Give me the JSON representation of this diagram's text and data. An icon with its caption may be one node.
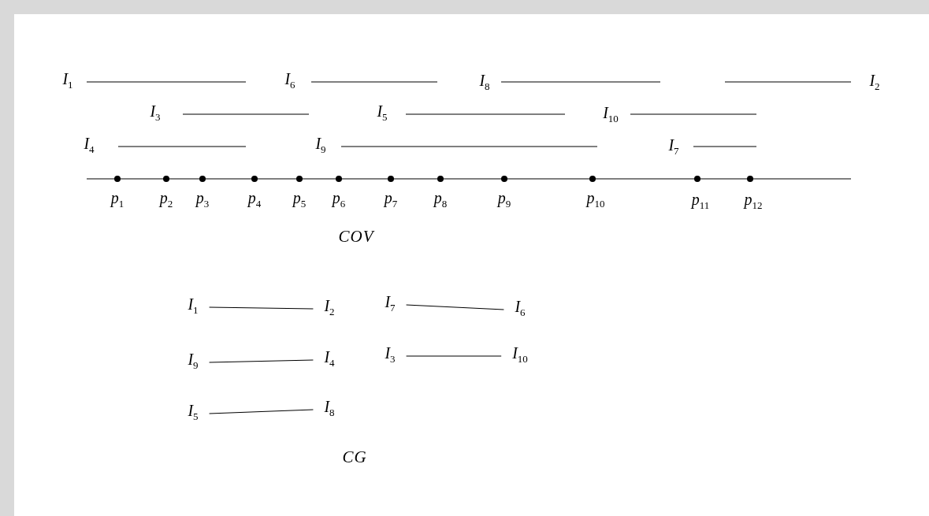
{
  "diagram": {
    "nodes": [
      {
        "text": [
          "I$_{1}$"
        ]
      },
      {
        "text": [
          "I$_{2}$"
        ]
      },
      {
        "text": [
          "I$_{7}$"
        ]
      },
      {
        "text": [
          "I$_{6}$"
        ]
      },
      {
        "text": [
          "I$_{9}$"
        ]
      },
      {
        "text": [
          "I$_{4}$"
        ]
      },
      {
        "text": [
          "I$_{3}$"
        ]
      },
      {
        "text": [
          "I$_{10}$"
        ]
      },
      {
        "text": [
          "I$_{5}$"
        ]
      },
      {
        "text": [
          "I$_{8}$"
        ]
      }
    ],
    "edges": [
      {
        "from": 0,
        "to": 1,
        "arrow": "none"
      },
      {
        "from": 2,
        "to": 3,
        "arrow": "none"
      },
      {
        "from": 4,
        "to": 5,
        "arrow": "none"
      },
      {
        "from": 6,
        "to": 7,
        "arrow": "none"
      },
      {
        "from": 8,
        "to": 9,
        "arrow": "none"
      }
    ],
    "labels": [
      "I$_{1}$",
      "I$_{6}$",
      "I$_{8}$",
      "I$_{2}$",
      "I$_{3}$",
      "I$_{5}$",
      "I$_{10}$",
      "I$_{4}$",
      "I$_{9}$",
      "I$_{7}$",
      "p$_{1}$",
      "p$_{2}$",
      "p$_{3}$",
      "p$_{4}$",
      "p$_{5}$",
      "p$_{6}$",
      "p$_{7}$",
      "p$_{8}$",
      "p$_{9}$",
      "p$_{10}$",
      "p$_{11}$",
      "p$_{12}$",
      "COV",
      "CG"
    ]
  }
}
